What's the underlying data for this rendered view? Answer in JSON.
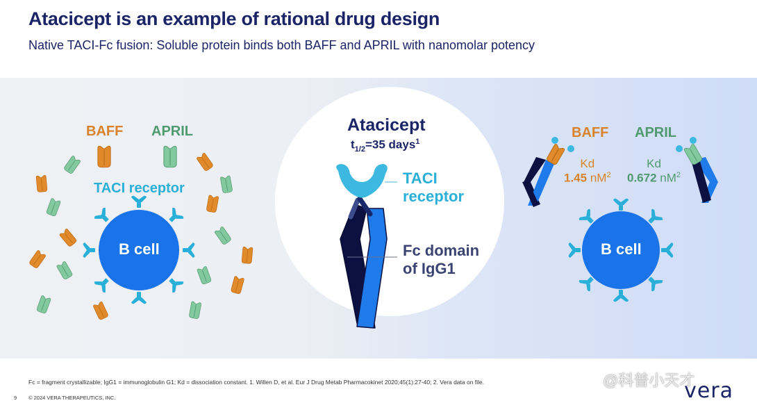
{
  "header": {
    "title": "Atacicept is an example of rational drug design",
    "subtitle": "Native TACI-Fc fusion: Soluble protein binds both BAFF and APRIL with nanomolar potency"
  },
  "left_panel": {
    "baff_label": "BAFF",
    "april_label": "APRIL",
    "receptor_label": "TACI receptor",
    "cell_label": "B cell"
  },
  "center_panel": {
    "drug_name": "Atacicept",
    "halflife_prefix": "t",
    "halflife_sub": "1/2",
    "halflife_value": "=35 days",
    "halflife_ref": "1",
    "taci_label_line1": "TACI",
    "taci_label_line2": "receptor",
    "fc_label_line1": "Fc domain",
    "fc_label_line2": "of IgG1"
  },
  "right_panel": {
    "baff_label": "BAFF",
    "april_label": "APRIL",
    "baff_kd_label": "Kd",
    "baff_kd_value": "1.45",
    "baff_kd_unit": " nM",
    "baff_kd_ref": "2",
    "april_kd_label": "Kd",
    "april_kd_value": "0.672",
    "april_kd_unit": " nM",
    "april_kd_ref": "2",
    "cell_label": "B cell"
  },
  "footer": {
    "footnote": "Fc = fragment crystallizable; IgG1 = immunoglobulin G1; Kd = dissociation constant. 1. Willen D, et al. Eur J Drug Metab Pharmacokinet 2020;45(1):27-40; 2. Vera data on file.",
    "page_number": "9",
    "copyright": "© 2024 VERA THERAPEUTICS, INC.",
    "logo": "vera",
    "watermark": "@科普小天才"
  },
  "colors": {
    "navy": "#1b2466",
    "baff_orange": "#d9822b",
    "april_green": "#7ec49a",
    "taci_cyan": "#2ab0d8",
    "bcell_blue": "#1a73e8",
    "fc_dark": "#0d1142",
    "fc_blue": "#1f7bea"
  }
}
